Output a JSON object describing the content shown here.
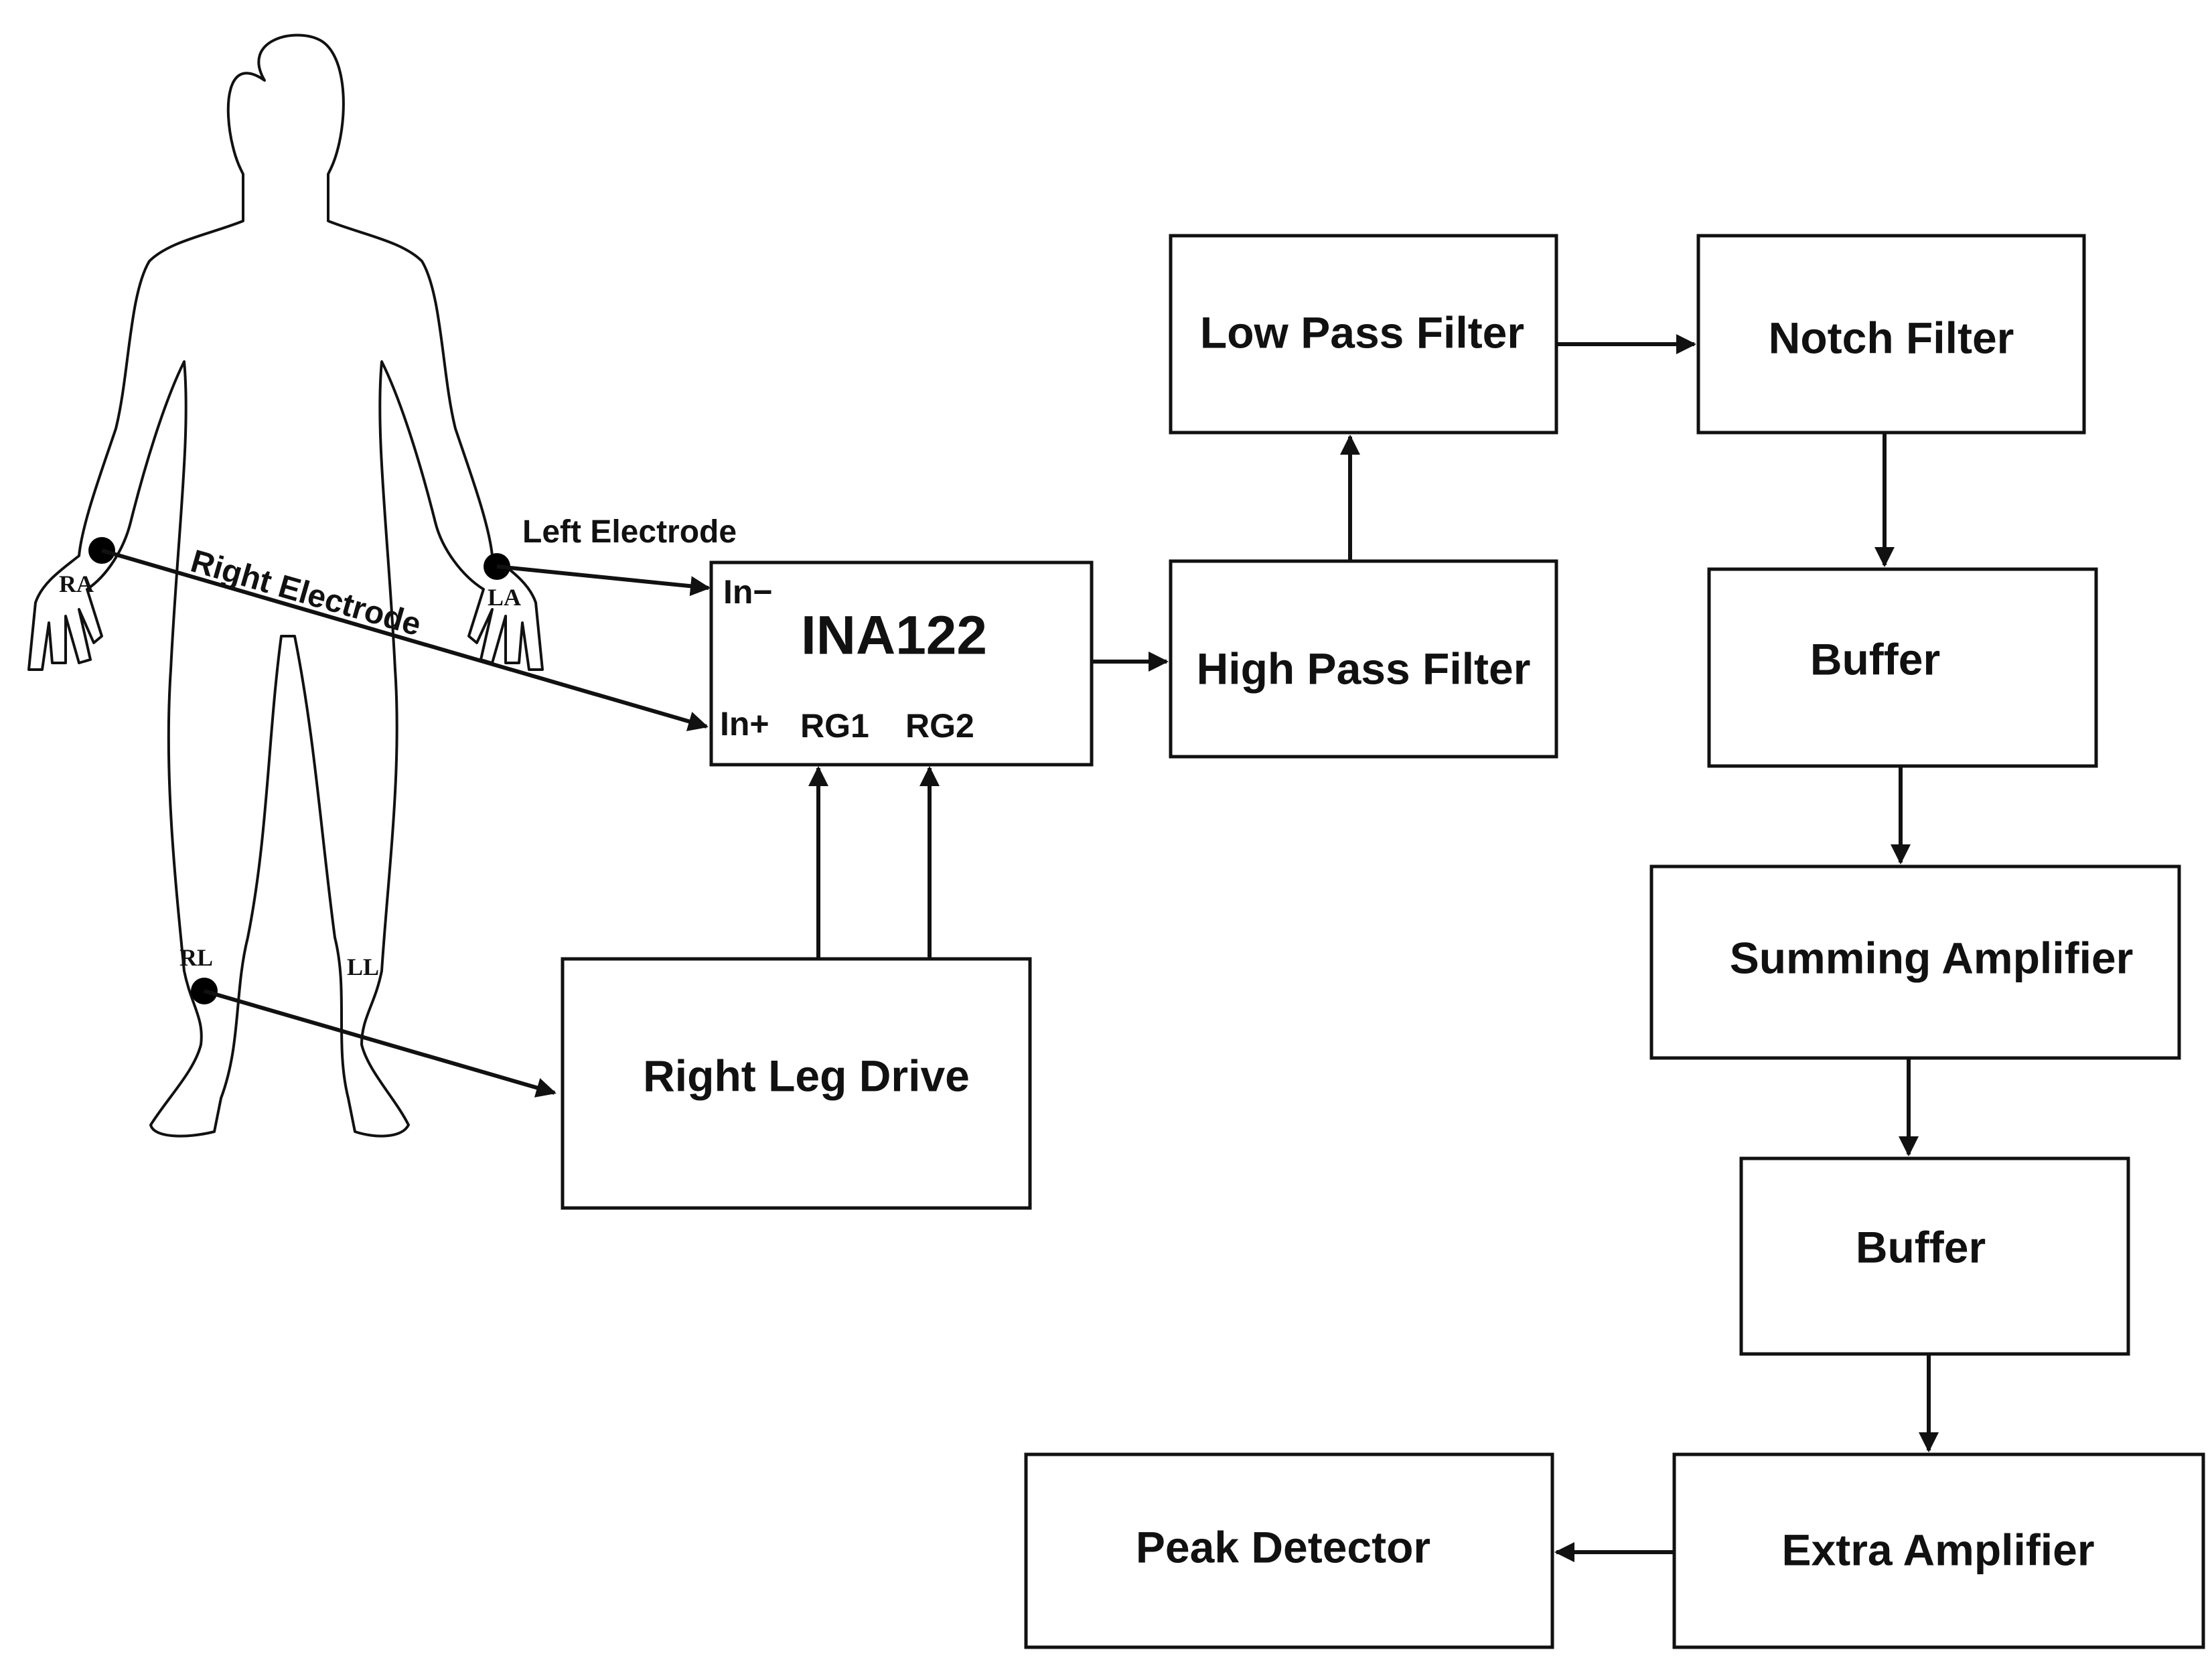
{
  "blocks": {
    "low_pass": "Low Pass Filter",
    "notch": "Notch Filter",
    "high_pass": "High Pass Filter",
    "buffer1": "Buffer",
    "summing": "Summing Amplifier",
    "buffer2": "Buffer",
    "extra_amp": "Extra Amplifier",
    "peak": "Peak Detector",
    "rld": "Right Leg Drive",
    "ina": "INA122"
  },
  "ina_pins": {
    "in_minus": "In−",
    "in_plus": "In+",
    "rg1": "RG1",
    "rg2": "RG2"
  },
  "electrodes": {
    "left": "Left Electrode",
    "right": "Right Electrode"
  },
  "limbs": {
    "ra": "RA",
    "la": "LA",
    "rl": "RL",
    "ll": "LL"
  }
}
